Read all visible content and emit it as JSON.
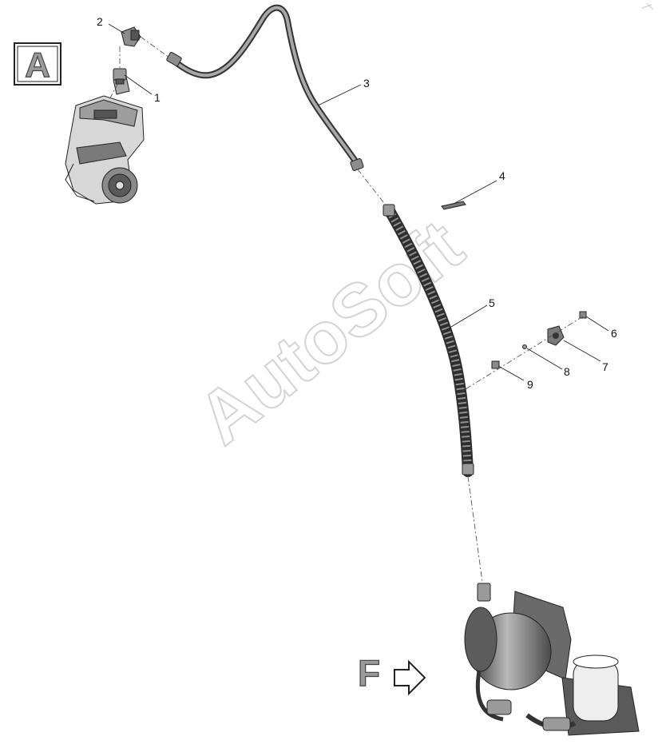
{
  "view_label": "A",
  "reference_label": "F",
  "watermark": "AutoSoft",
  "callouts": [
    {
      "id": "1",
      "text": "1"
    },
    {
      "id": "2",
      "text": "2"
    },
    {
      "id": "3",
      "text": "3"
    },
    {
      "id": "4",
      "text": "4"
    },
    {
      "id": "5",
      "text": "5"
    },
    {
      "id": "6",
      "text": "6"
    },
    {
      "id": "7",
      "text": "7"
    },
    {
      "id": "8",
      "text": "8"
    },
    {
      "id": "9",
      "text": "9"
    }
  ],
  "colors": {
    "line": "#222222",
    "part_fill": "#8c8c8c",
    "part_dark": "#4a4a4a",
    "label_box_fill": "#9a9a9a"
  }
}
